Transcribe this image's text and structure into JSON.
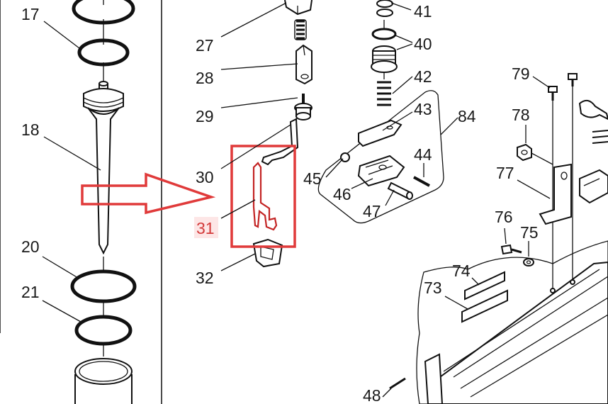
{
  "diagram": {
    "highlight_color": "#d33a3a",
    "highlight_box_color": "#e03a3a",
    "highlighted_part": "31",
    "part_labels": {
      "p17": "17",
      "p18": "18",
      "p20": "20",
      "p21": "21",
      "p27": "27",
      "p28": "28",
      "p29": "29",
      "p30": "30",
      "p31": "31",
      "p32": "32",
      "p40": "40",
      "p41": "41",
      "p42": "42",
      "p43": "43",
      "p44": "44",
      "p45": "45",
      "p46": "46",
      "p47": "47",
      "p48": "48",
      "p73": "73",
      "p74": "74",
      "p75": "75",
      "p76": "76",
      "p77": "77",
      "p78": "78",
      "p79": "79",
      "p84": "84"
    }
  }
}
